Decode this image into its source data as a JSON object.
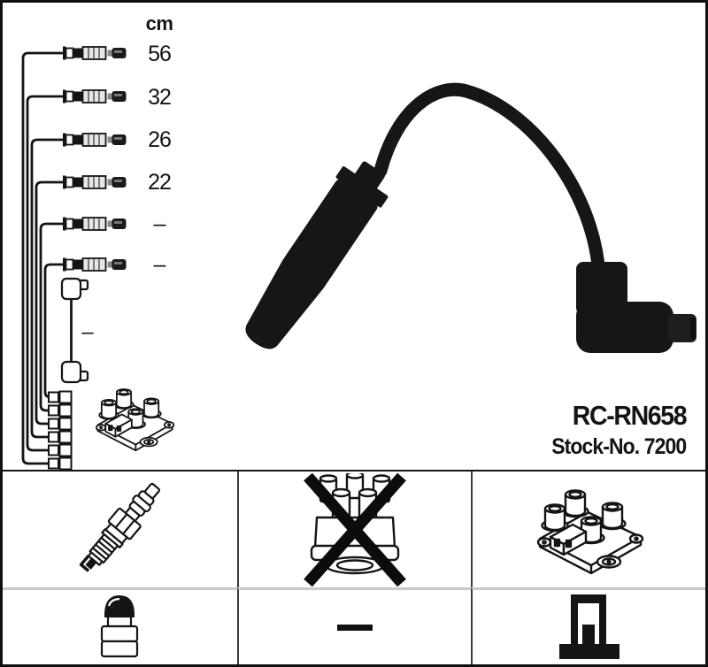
{
  "product": {
    "part_number": "RC-RN658",
    "stock_number": "Stock-No. 7200"
  },
  "length_table": {
    "unit_header": "cm",
    "lengths": [
      "56",
      "32",
      "26",
      "22",
      "–",
      "–"
    ],
    "coil_wire_length": "–"
  },
  "main_image": {
    "subject": "ignition-lead-photo"
  },
  "grid": {
    "row1_icons": [
      "spark-plug",
      "distributor-cap-crossed-out",
      "ignition-coil-pack"
    ],
    "row2_icons": [
      "plug-connector-boot",
      "dash-none",
      "coil-tower-terminal"
    ]
  },
  "colors": {
    "ink": "#141414",
    "grid_line_dark": "#3d3d3d",
    "grid_line_light": "#c9c9c9",
    "background": "#ffffff"
  }
}
